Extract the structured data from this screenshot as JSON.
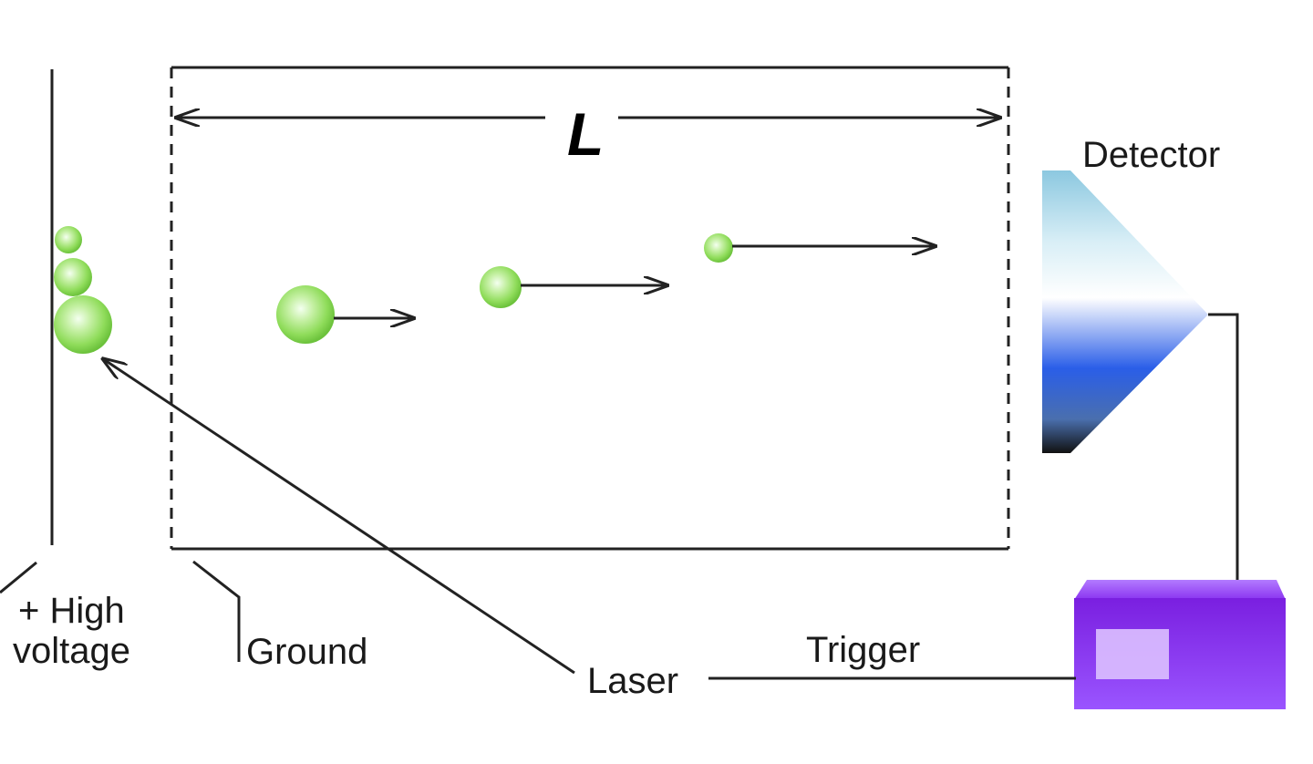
{
  "labels": {
    "length": "L",
    "detector": "Detector",
    "high_voltage_line1": "+ High",
    "high_voltage_line2": "voltage",
    "ground": "Ground",
    "laser": "Laser",
    "trigger": "Trigger"
  },
  "colors": {
    "ion": "#8fdc5a",
    "ion_highlight": "#ecffe0",
    "ion_dark": "#5fb733",
    "detector_top": "#8cc8e0",
    "detector_mid": "#ffffff",
    "detector_blue": "#2a5ee8",
    "detector_bottom": "#111111",
    "box_top": "#9a4bff",
    "box_front": "#7a1fe0",
    "box_panel": "#d9b9ff",
    "line": "#222222"
  }
}
